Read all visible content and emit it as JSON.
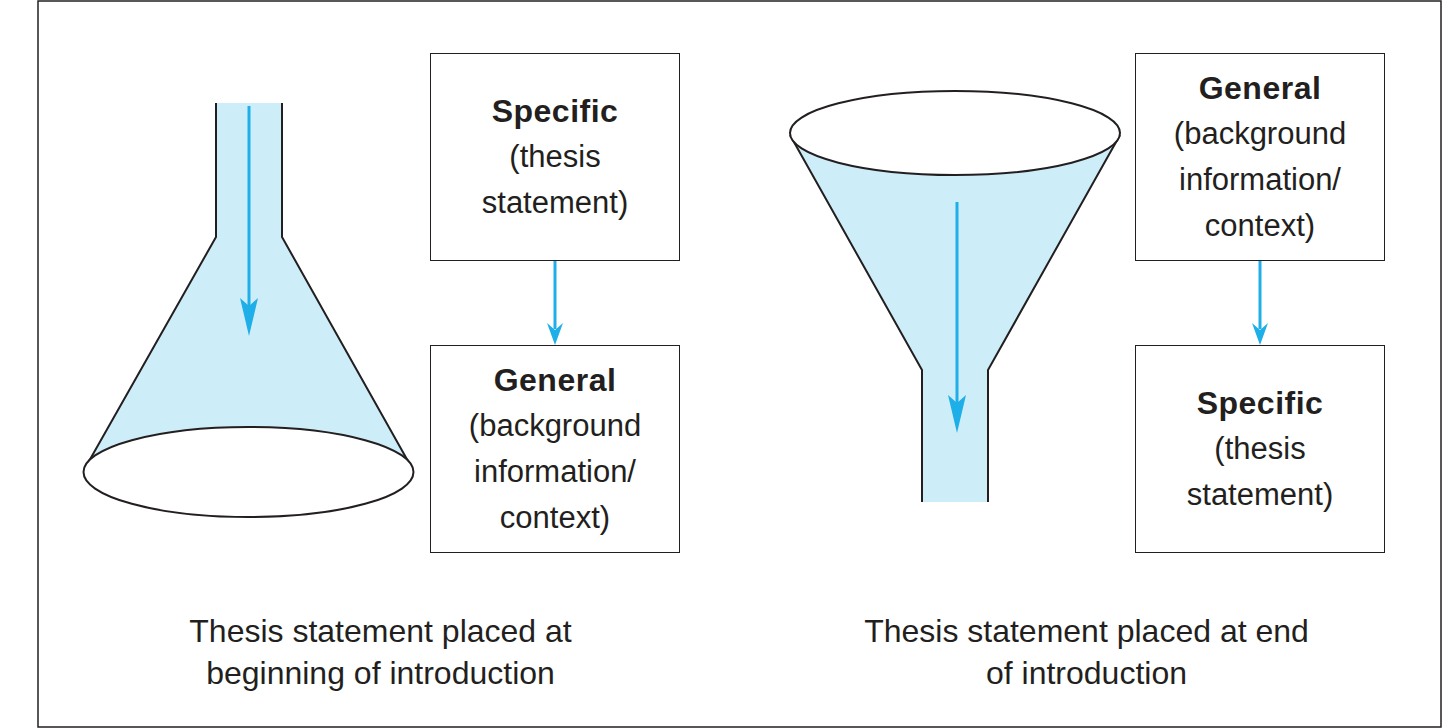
{
  "diagram": {
    "nodes": [
      {
        "text": [
          "Specific",
          "(thesis statement)"
        ]
      },
      {
        "text": [
          "General",
          "(background information/ context)"
        ]
      },
      {
        "text": [
          "General",
          "(background information/ context)"
        ]
      },
      {
        "text": [
          "Specific",
          "(thesis statement)"
        ]
      }
    ],
    "edges": [
      {
        "from": 0,
        "to": 1,
        "arrow": "to"
      },
      {
        "from": 2,
        "to": 3,
        "arrow": "to"
      }
    ],
    "labels": [
      "Thesis statement placed at beginning of introduction",
      "Thesis statement placed at end of introduction"
    ]
  }
}
